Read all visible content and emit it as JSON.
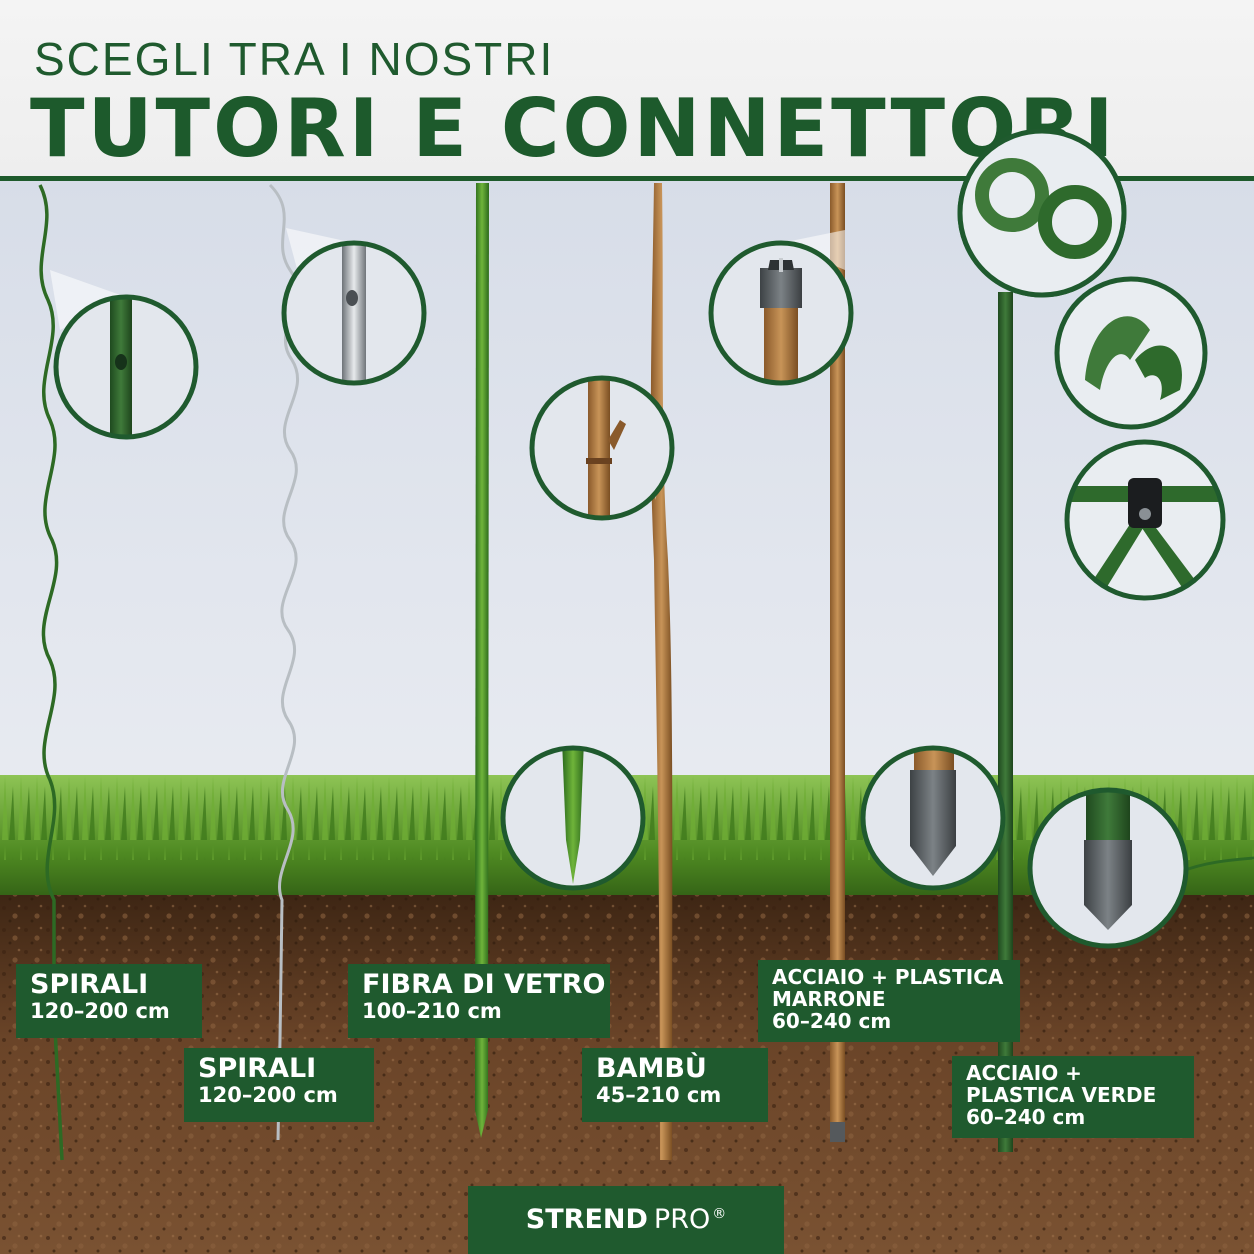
{
  "header": {
    "subtitle": "SCEGLI TRA I NOSTRI",
    "title": "TUTORI E CONNETTORI"
  },
  "labels": [
    {
      "name": "SPIRALI",
      "size": "120–200 cm"
    },
    {
      "name": "SPIRALI",
      "size": "120–200 cm"
    },
    {
      "name": "FIBRA DI VETRO",
      "size": "100–210 cm"
    },
    {
      "name": "BAMBÙ",
      "size": "45–210 cm"
    },
    {
      "name": "ACCIAIO + PLASTICA MARRONE",
      "size": "60–240 cm"
    },
    {
      "name": "ACCIAIO + PLASTICA VERDE",
      "size": "60–240 cm"
    }
  ],
  "brand": {
    "name": "STREND",
    "suffix": "PRO",
    "mark": "®"
  },
  "colors": {
    "brand_green": "#1f5a2e",
    "sky": "#dfe4ec",
    "grass": "#5c9a2a",
    "soil": "#5a3a22"
  },
  "icons": [
    "green-spiral-stake-tip-detail-icon",
    "galvanized-spiral-stake-tip-detail-icon",
    "bamboo-node-detail-icon",
    "fiberglass-pointed-tip-detail-icon",
    "plastic-cap-top-detail-icon",
    "plastic-pointed-foot-detail-icon",
    "double-ring-connector-icon",
    "clip-connector-icon",
    "angle-joint-connector-icon",
    "green-stake-pointed-foot-detail-icon"
  ]
}
